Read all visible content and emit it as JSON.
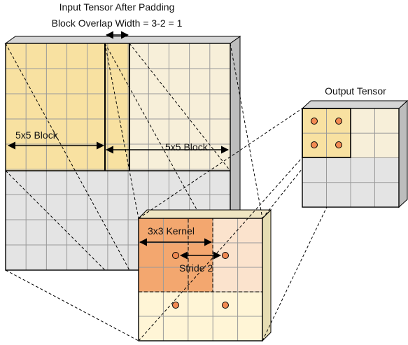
{
  "labels": {
    "title_line1": "Input Tensor After Padding",
    "title_line2": "Block Overlap Width = 3-2 = 1",
    "output_tensor": "Output Tensor",
    "block_left": "5x5 Block",
    "block_right": "5x5 Block",
    "kernel": "3x3 Kernel",
    "stride": "Stride 2"
  },
  "colors": {
    "block_yellow": "#f8e1a1",
    "block_light": "#f7efd9",
    "padding_gray": "#e4e4e4",
    "kernel_orange": "#f3a76f",
    "kernel_light": "#fbe3cd",
    "detail_cream": "#fff5d6",
    "dot_fill": "#f28a52",
    "side_face_input": "#bdbdbd",
    "side_face_detail": "#e6ddb3",
    "grid_line": "#9a9a9a",
    "outline": "#000000"
  },
  "grids": {
    "input_tensor_cells": [
      9,
      11
    ],
    "output_tensor_cells": [
      4,
      4
    ],
    "detail_cells": [
      5,
      5
    ],
    "block_size": 5,
    "kernel_size": 3,
    "stride": 2,
    "overlap_width": 1
  }
}
